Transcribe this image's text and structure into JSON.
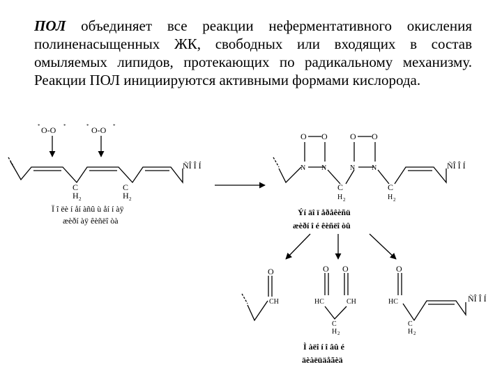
{
  "paragraph": {
    "term": "ПОЛ",
    "body": " объединяет все реакции неферментативного окисления полиненасыщенных ЖК, свободных или входящих в состав омыляемых липидов, протекающих по радикальному механизму. Реакции ПОЛ инициируются активными формами кислорода."
  },
  "scheme": {
    "radical_1": "O-O",
    "radical_2": "O-O",
    "radical_star": "*",
    "end_group": "ÑÎ Î Í",
    "end_group_2": "ÑÎ Î Í",
    "end_group_3": "ÑÎ Î Í",
    "ch2": "C",
    "h2": "H",
    "sub2": "2",
    "lipid_label_line1": "Ï î ëè í åí àñû ù åí í àÿ",
    "lipid_label_line2": "æèðí àÿ êèñëî òà",
    "peroxide_label_line1": "Ýí äî ï åðåêèñü",
    "peroxide_label_line2": "æèðí î é êèñëî òû",
    "o": "O",
    "n": "N",
    "ch": "CH",
    "hc": "HC",
    "ch_right": "CH",
    "hc_right": "HC",
    "h2_sub": "H",
    "mda_label_line1": "Ì àëî í î âû é",
    "mda_label_line2": "äèàëüäåãèä"
  }
}
